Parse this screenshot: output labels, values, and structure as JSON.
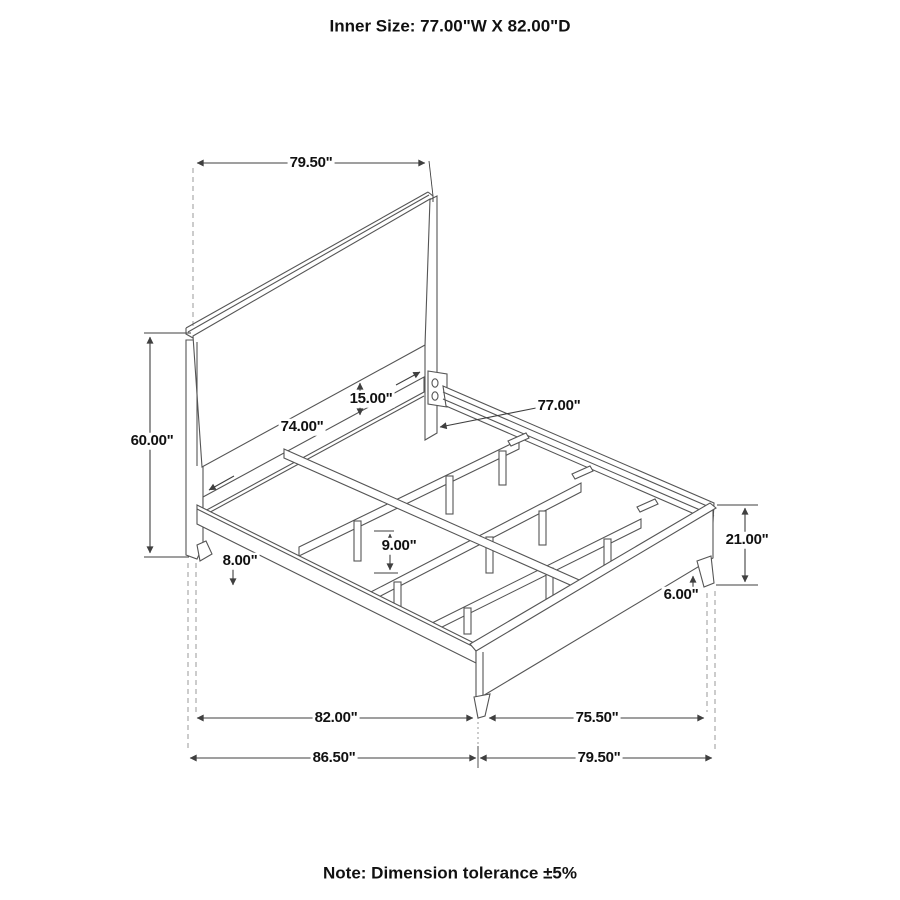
{
  "title": "Inner Size: 77.00\"W X 82.00\"D",
  "note": "Note: Dimension tolerance ±5%",
  "dims": {
    "headboard_width": "79.50\"",
    "headboard_height": "60.00\"",
    "panel_to_rail_gap": "15.00\"",
    "headboard_rail_length": "74.00\"",
    "inner_width": "77.00\"",
    "slat_leg_height": "9.00\"",
    "rail_clearance": "8.00\"",
    "footboard_height": "21.00\"",
    "foot_leg_height": "6.00\"",
    "inner_depth": "82.00\"",
    "footboard_span": "75.50\"",
    "overall_depth": "86.50\"",
    "footboard_width": "79.50\""
  },
  "colors": {
    "drawing_line": "#555555",
    "dimension_line": "#3f3f3f",
    "extension_dash": "#999999",
    "text": "#111111",
    "background": "#ffffff"
  }
}
